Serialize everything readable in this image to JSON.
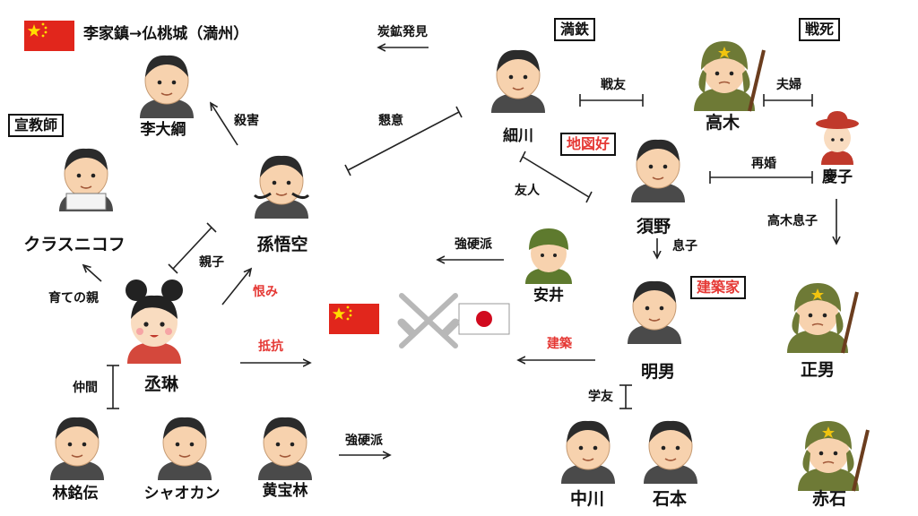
{
  "header": {
    "location": "李家鎮→仏桃城（満州）"
  },
  "characters": {
    "li_dagang": "李大綱",
    "kurasnikov": "クラスニコフ",
    "son_goku": "孫悟空",
    "cheng_lin": "丞琳",
    "lin_mingchuan": "林銘伝",
    "xiao_okan": "シャオカン",
    "huang_baolin": "黄宝林",
    "hosokawa": "細川",
    "takagi": "高木",
    "keiko": "慶子",
    "suno": "須野",
    "yasui": "安井",
    "akio": "明男",
    "masao": "正男",
    "nakagawa": "中川",
    "ishimoto": "石本",
    "akaishi": "赤石"
  },
  "tags": {
    "missionary": "宣教師",
    "mantetsu": "満鉄",
    "killed_in_war": "戦死",
    "map_lover": "地図好",
    "architect": "建築家"
  },
  "relations": {
    "coal_discovery": "炭鉱発見",
    "killing": "殺害",
    "friendly": "懇意",
    "war_comrade": "戦友",
    "married": "夫婦",
    "remarried": "再婚",
    "friend": "友人",
    "hardliner_1": "強硬派",
    "hardliner_2": "強硬派",
    "son": "息子",
    "takagi_son": "高木息子",
    "parent_child": "親子",
    "foster_parent": "育ての親",
    "grudge": "恨み",
    "resistance": "抵抗",
    "construction": "建築",
    "companions": "仲間",
    "schoolmate": "学友"
  }
}
